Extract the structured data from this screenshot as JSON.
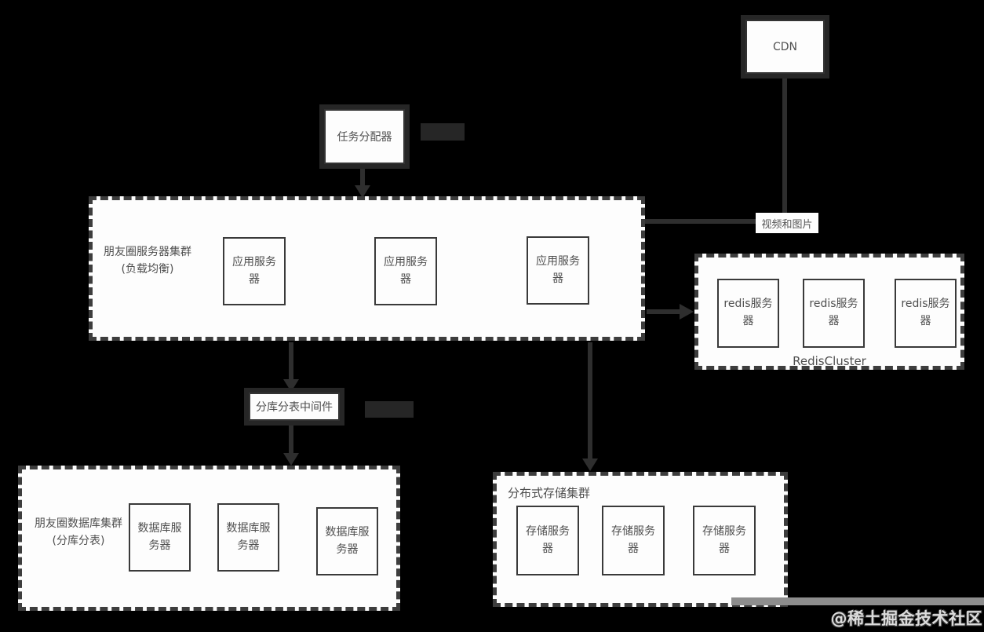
{
  "colors": {
    "background": "#000000",
    "line": "#2e2e2e",
    "box_border": "#3a3a3a",
    "box_fill": "#fdfdfd",
    "text": "#4f4f4f",
    "watermark_bar": "#8d8d8d"
  },
  "nodes": {
    "cdn": "CDN",
    "task_dispatcher": "任务分配器",
    "media_line_label": "视频和图片",
    "middleware": "分库分表中间件"
  },
  "app_cluster": {
    "title": "朋友圈服务器集群",
    "subtitle": "(负载均衡)",
    "servers": [
      "应用服务器",
      "应用服务器",
      "应用服务器"
    ]
  },
  "redis_cluster": {
    "title": "RedisCluster",
    "servers": [
      "redis服务器",
      "redis服务器",
      "redis服务器"
    ]
  },
  "db_cluster": {
    "title": "朋友圈数据库集群",
    "subtitle": "(分库分表)",
    "servers": [
      "数据库服务器",
      "数据库服务器",
      "数据库服务器"
    ]
  },
  "storage_cluster": {
    "title": "分布式存储集群",
    "servers": [
      "存储服务器",
      "存储服务器",
      "存储服务器"
    ]
  },
  "watermark": "@稀土掘金技术社区"
}
